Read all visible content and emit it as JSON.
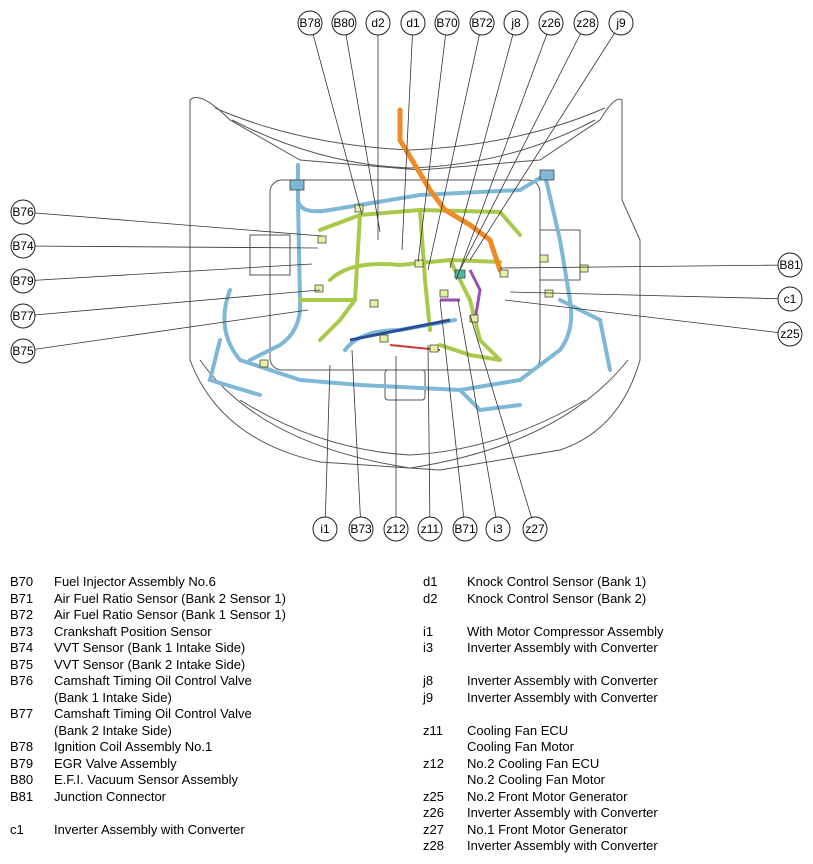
{
  "callouts_top": [
    "B78",
    "B80",
    "d2",
    "d1",
    "B70",
    "B72",
    "j8",
    "z26",
    "z28",
    "j9"
  ],
  "callouts_left": [
    "B76",
    "B74",
    "B79",
    "B77",
    "B75"
  ],
  "callouts_right": [
    "B81",
    "c1",
    "z25"
  ],
  "callouts_bottom": [
    "i1",
    "B73",
    "z12",
    "z11",
    "B71",
    "i3",
    "z27"
  ],
  "colors": {
    "harness_blue": "#7fb8d6",
    "harness_green": "#a9c94a",
    "harness_orange": "#f08a24",
    "harness_purple": "#9a4fb0",
    "harness_navy": "#2a4f9a",
    "harness_red": "#d23a3a",
    "body_line": "#555555"
  },
  "legend_left": [
    {
      "code": "B70",
      "desc": "Fuel Injector Assembly No.6"
    },
    {
      "code": "B71",
      "desc": "Air Fuel Ratio Sensor (Bank 2 Sensor 1)"
    },
    {
      "code": "B72",
      "desc": "Air Fuel Ratio Sensor (Bank 1 Sensor 1)"
    },
    {
      "code": "B73",
      "desc": "Crankshaft Position Sensor"
    },
    {
      "code": "B74",
      "desc": "VVT Sensor (Bank 1 Intake Side)"
    },
    {
      "code": "B75",
      "desc": "VVT Sensor (Bank 2 Intake Side)"
    },
    {
      "code": "B76",
      "desc": "Camshaft Timing Oil Control Valve"
    },
    {
      "code": "",
      "desc": "(Bank 1 Intake Side)"
    },
    {
      "code": "B77",
      "desc": "Camshaft Timing Oil Control Valve"
    },
    {
      "code": "",
      "desc": "(Bank 2 Intake Side)"
    },
    {
      "code": "B78",
      "desc": "Ignition Coil Assembly No.1"
    },
    {
      "code": "B79",
      "desc": "EGR Valve Assembly"
    },
    {
      "code": "B80",
      "desc": "E.F.I. Vacuum Sensor Assembly"
    },
    {
      "code": "B81",
      "desc": "Junction Connector"
    },
    {
      "code": "",
      "desc": ""
    },
    {
      "code": "c1",
      "desc": "Inverter Assembly with Converter"
    }
  ],
  "legend_right": [
    {
      "code": "d1",
      "desc": "Knock Control Sensor (Bank 1)"
    },
    {
      "code": "d2",
      "desc": "Knock Control Sensor (Bank 2)"
    },
    {
      "code": "",
      "desc": ""
    },
    {
      "code": "i1",
      "desc": "With Motor Compressor Assembly"
    },
    {
      "code": "i3",
      "desc": "Inverter Assembly with Converter"
    },
    {
      "code": "",
      "desc": ""
    },
    {
      "code": "j8",
      "desc": "Inverter Assembly with Converter"
    },
    {
      "code": "j9",
      "desc": "Inverter Assembly with Converter"
    },
    {
      "code": "",
      "desc": ""
    },
    {
      "code": "z11",
      "desc": "Cooling Fan ECU"
    },
    {
      "code": "",
      "desc": "Cooling Fan Motor"
    },
    {
      "code": "z12",
      "desc": "No.2 Cooling Fan ECU"
    },
    {
      "code": "",
      "desc": "No.2 Cooling Fan Motor"
    },
    {
      "code": "z25",
      "desc": "No.2 Front Motor Generator"
    },
    {
      "code": "z26",
      "desc": "Inverter Assembly with Converter"
    },
    {
      "code": "z27",
      "desc": "No.1 Front Motor Generator"
    },
    {
      "code": "z28",
      "desc": "Inverter Assembly with Converter"
    }
  ]
}
